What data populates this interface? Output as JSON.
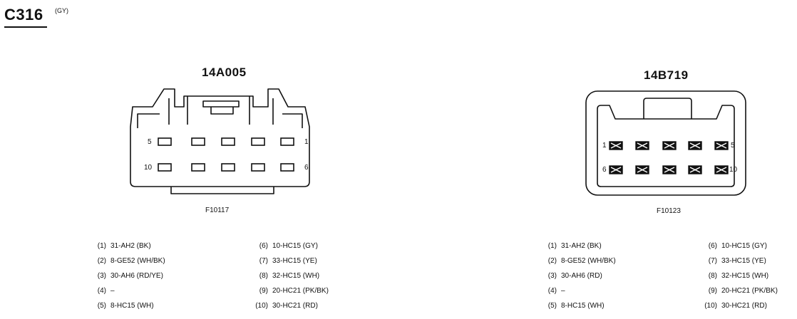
{
  "connector": {
    "id": "C316",
    "color": "(GY)"
  },
  "left": {
    "part_number": "14A005",
    "figure_id": "F10117",
    "pin_labels": {
      "top_left": "5",
      "top_right": "1",
      "bottom_left": "10",
      "bottom_right": "6"
    },
    "pins": [
      {
        "num": "(1)",
        "circuit": "31-AH2 (BK)"
      },
      {
        "num": "(2)",
        "circuit": "8-GE52 (WH/BK)"
      },
      {
        "num": "(3)",
        "circuit": "30-AH6 (RD/YE)"
      },
      {
        "num": "(4)",
        "circuit": "–"
      },
      {
        "num": "(5)",
        "circuit": "8-HC15 (WH)"
      },
      {
        "num": "(6)",
        "circuit": "10-HC15 (GY)"
      },
      {
        "num": "(7)",
        "circuit": "33-HC15 (YE)"
      },
      {
        "num": "(8)",
        "circuit": "32-HC15 (WH)"
      },
      {
        "num": "(9)",
        "circuit": "20-HC21 (PK/BK)"
      },
      {
        "num": "(10)",
        "circuit": "30-HC21 (RD)"
      }
    ]
  },
  "right": {
    "part_number": "14B719",
    "figure_id": "F10123",
    "pin_labels": {
      "top_left": "1",
      "top_right": "5",
      "bottom_left": "6",
      "bottom_right": "10"
    },
    "pins": [
      {
        "num": "(1)",
        "circuit": "31-AH2 (BK)"
      },
      {
        "num": "(2)",
        "circuit": "8-GE52 (WH/BK)"
      },
      {
        "num": "(3)",
        "circuit": "30-AH6 (RD)"
      },
      {
        "num": "(4)",
        "circuit": "–"
      },
      {
        "num": "(5)",
        "circuit": "8-HC15 (WH)"
      },
      {
        "num": "(6)",
        "circuit": "10-HC15 (GY)"
      },
      {
        "num": "(7)",
        "circuit": "33-HC15 (YE)"
      },
      {
        "num": "(8)",
        "circuit": "32-HC15 (WH)"
      },
      {
        "num": "(9)",
        "circuit": "20-HC21 (PK/BK)"
      },
      {
        "num": "(10)",
        "circuit": "30-HC21 (RD)"
      }
    ]
  }
}
